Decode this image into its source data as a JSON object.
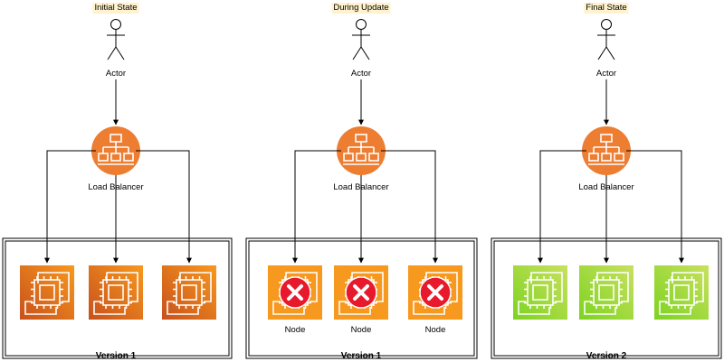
{
  "panels": [
    {
      "stage_label": "Initial State",
      "actor_label": "Actor",
      "lb_label": "Load Balancer",
      "version_label": "Version 1",
      "node_style": "orange",
      "node_labels": [
        "",
        "",
        ""
      ]
    },
    {
      "stage_label": "During Update",
      "actor_label": "Actor",
      "lb_label": "Load Balancer",
      "version_label": "Version 1",
      "node_style": "failed",
      "node_labels": [
        "Node",
        "Node",
        "Node"
      ]
    },
    {
      "stage_label": "Final State",
      "actor_label": "Actor",
      "lb_label": "Load Balancer",
      "version_label": "Version 2",
      "node_style": "green",
      "node_labels": [
        "",
        "",
        ""
      ]
    }
  ],
  "icons": {
    "actor": "actor-icon",
    "load_balancer": "load-balancer-icon",
    "instance": "ec2-instance-icon",
    "failed": "error-x-icon"
  },
  "colors": {
    "label_background": "#fff2cc",
    "lb_orange": "#ed7d31",
    "instance_orange_light": "#f7981f",
    "instance_orange_dark": "#c8511b",
    "instance_green_light": "#7dd320",
    "instance_green_dark": "#c9e060",
    "failed_red": "#e8192c"
  }
}
